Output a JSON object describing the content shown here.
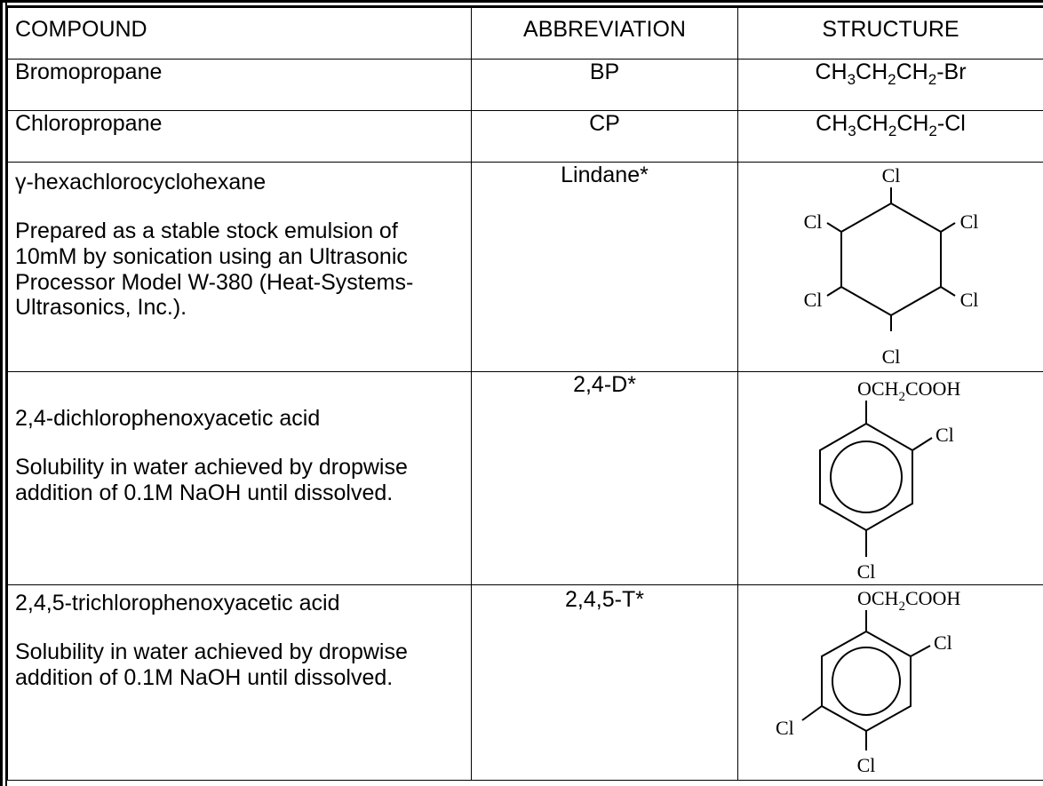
{
  "headers": {
    "compound": "COMPOUND",
    "abbreviation": "ABBREVIATION",
    "structure": "STRUCTURE"
  },
  "rows": [
    {
      "compound": "Bromopropane",
      "abbreviation": "BP",
      "structure_parts": [
        "CH",
        "3",
        "CH",
        "2",
        "CH",
        "2",
        "-Br"
      ]
    },
    {
      "compound": "Chloropropane",
      "abbreviation": "CP",
      "structure_parts": [
        "CH",
        "3",
        "CH",
        "2",
        "CH",
        "2",
        "-Cl"
      ]
    },
    {
      "compound": "γ-hexachlorocyclohexane",
      "note": "Prepared as a stable stock emulsion of 10mM by sonication using an Ultrasonic Processor Model W-380 (Heat-Systems-Ultrasonics, Inc.).",
      "abbreviation": "Lindane*",
      "structure_labels": [
        "Cl",
        "Cl",
        "Cl",
        "Cl",
        "Cl",
        "Cl"
      ]
    },
    {
      "compound": "2,4-dichlorophenoxyacetic acid",
      "note": "Solubility in water achieved by dropwise addition of 0.1M NaOH until dissolved.",
      "abbreviation": "2,4-D*",
      "structure_top": "OCH",
      "structure_top_sub": "2",
      "structure_top_end": "COOH",
      "structure_labels": [
        "Cl",
        "Cl"
      ]
    },
    {
      "compound": "2,4,5-trichlorophenoxyacetic acid",
      "note": "Solubility in water achieved by dropwise addition of 0.1M NaOH until dissolved.",
      "abbreviation": "2,4,5-T*",
      "structure_top": "OCH",
      "structure_top_sub": "2",
      "structure_top_end": "COOH",
      "structure_labels": [
        "Cl",
        "Cl",
        "Cl"
      ]
    }
  ]
}
